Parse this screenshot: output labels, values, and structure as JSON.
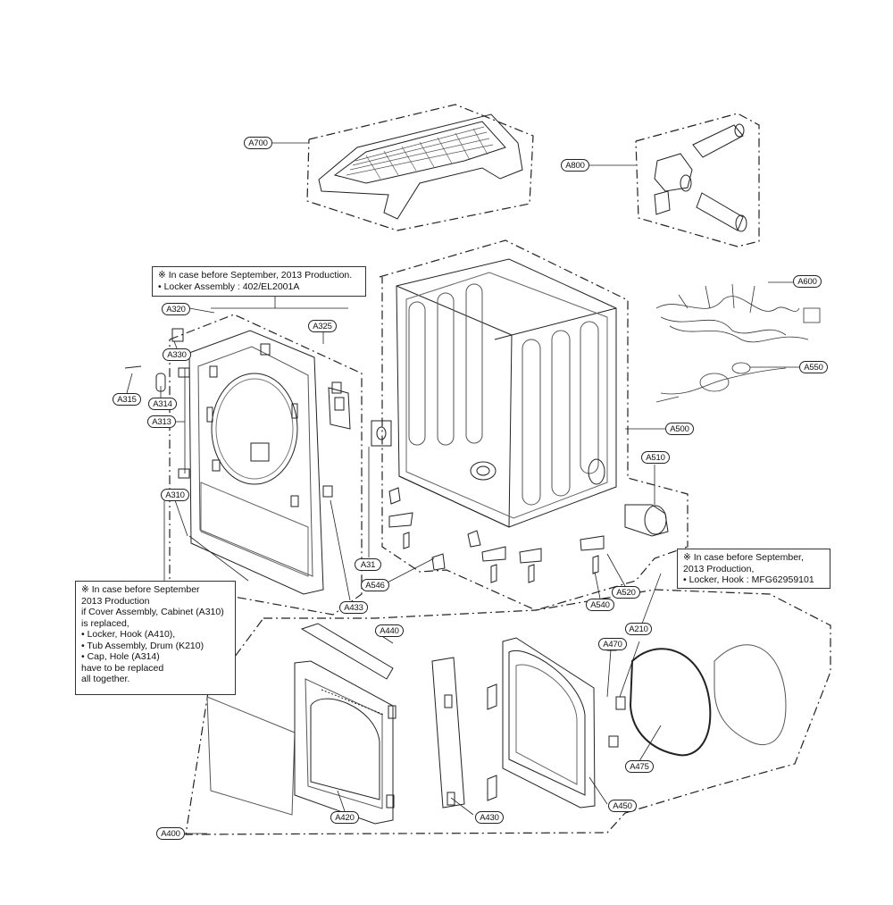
{
  "callouts": {
    "a700": "A700",
    "a800": "A800",
    "a320": "A320",
    "a325": "A325",
    "a330": "A330",
    "a315": "A315",
    "a314": "A314",
    "a313": "A313",
    "a310": "A310",
    "a600": "A600",
    "a550": "A550",
    "a500": "A500",
    "a510": "A510",
    "a31": "A31",
    "a546": "A546",
    "a433": "A433",
    "a520": "A520",
    "a540": "A540",
    "a210": "A210",
    "a440": "A440",
    "a470": "A470",
    "a475": "A475",
    "a420": "A420",
    "a430": "A430",
    "a450": "A450",
    "a400": "A400"
  },
  "notes": {
    "top": [
      "※ In case before September, 2013 Production.",
      "• Locker Assembly : 402/EL2001A"
    ],
    "left": [
      "※ In case before September",
      "2013 Production",
      "if Cover Assembly, Cabinet (A310)",
      "is replaced,",
      " • Locker, Hook (A410),",
      " • Tub Assembly, Drum (K210)",
      " • Cap, Hole (A314)",
      "have to be replaced",
      "all together."
    ],
    "right": [
      "※ In case before September,",
      "2013 Production,",
      " • Locker, Hook : MFG62959101"
    ]
  }
}
